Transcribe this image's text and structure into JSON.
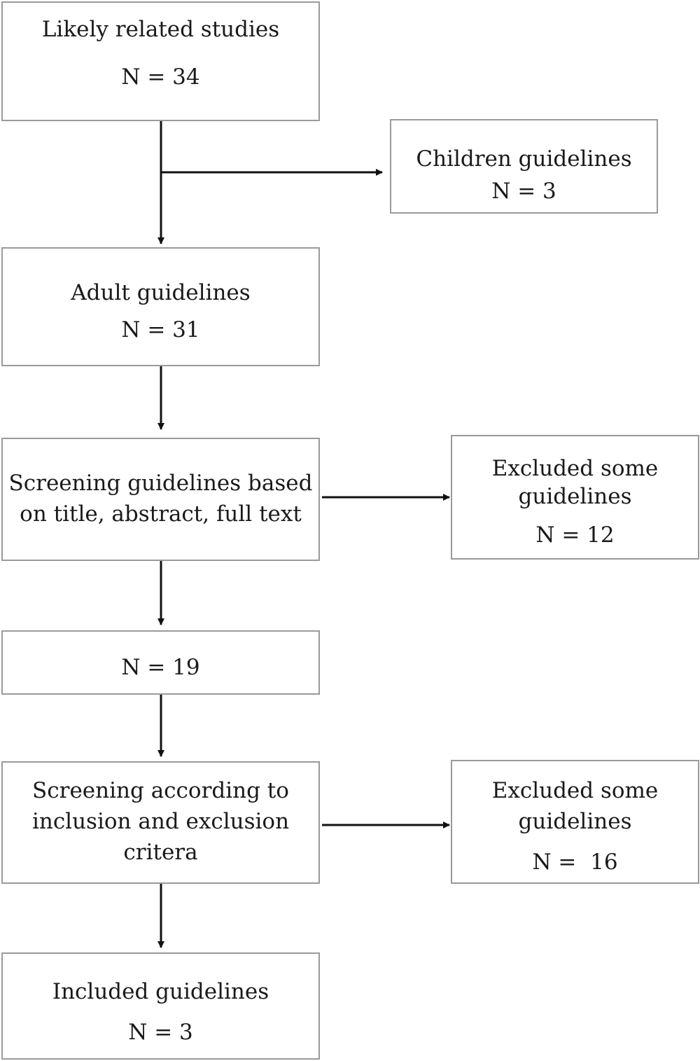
{
  "flowchart": {
    "likely_related": {
      "label": "Likely related studies",
      "count": "N = 34"
    },
    "children": {
      "label": "Children guidelines",
      "count": "N = 3"
    },
    "adult": {
      "label": "Adult guidelines",
      "count": "N = 31"
    },
    "screening_title": {
      "line1": "Screening guidelines based",
      "line2": "on title, abstract, full text"
    },
    "excluded_1": {
      "line1": "Excluded some",
      "line2": "guidelines",
      "count": "N = 12"
    },
    "after_screening": {
      "count": "N = 19"
    },
    "screening_criteria": {
      "line1": "Screening according to",
      "line2": "inclusion and exclusion",
      "line3": "critera"
    },
    "excluded_2": {
      "line1": "Excluded some",
      "line2": "guidelines",
      "count": "N =  16"
    },
    "included": {
      "label": "Included guidelines",
      "count": "N = 3"
    }
  }
}
